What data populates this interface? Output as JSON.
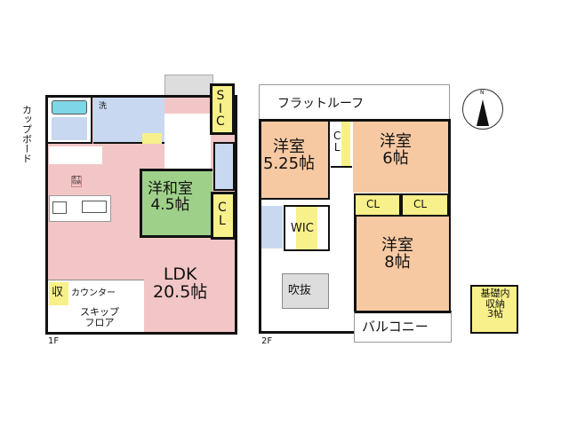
{
  "floor1": {
    "label": "1F",
    "cupboard": "カップボード",
    "wash": "洗",
    "underfloor": "床下\n収納",
    "sic": "S\nI\nC",
    "japanese_room": "洋和室\n4.5帖",
    "cl": "C\nL",
    "ldk": "LDK\n20.5帖",
    "storage": "収",
    "counter": "カウンター",
    "skip_floor": "スキップ\nフロア"
  },
  "floor2": {
    "label": "2F",
    "flat_roof": "フラットルーフ",
    "room_a": "洋室\n5.25帖",
    "room_b": "洋室\n6帖",
    "room_c": "洋室\n8帖",
    "cl_vertical": "C\nL",
    "cl1": "CL",
    "cl2": "CL",
    "wic": "WIC",
    "void": "吹抜",
    "balcony": "バルコニー"
  },
  "basement_storage": "基礎内\n収納\n3帖",
  "compass": {
    "north": "N"
  },
  "colors": {
    "ldk": "#f2c6c6",
    "wet": "#c8d8f0",
    "storage": "#f8f08a",
    "bedroom": "#f7c9a3",
    "tatami": "#9fd08a"
  }
}
